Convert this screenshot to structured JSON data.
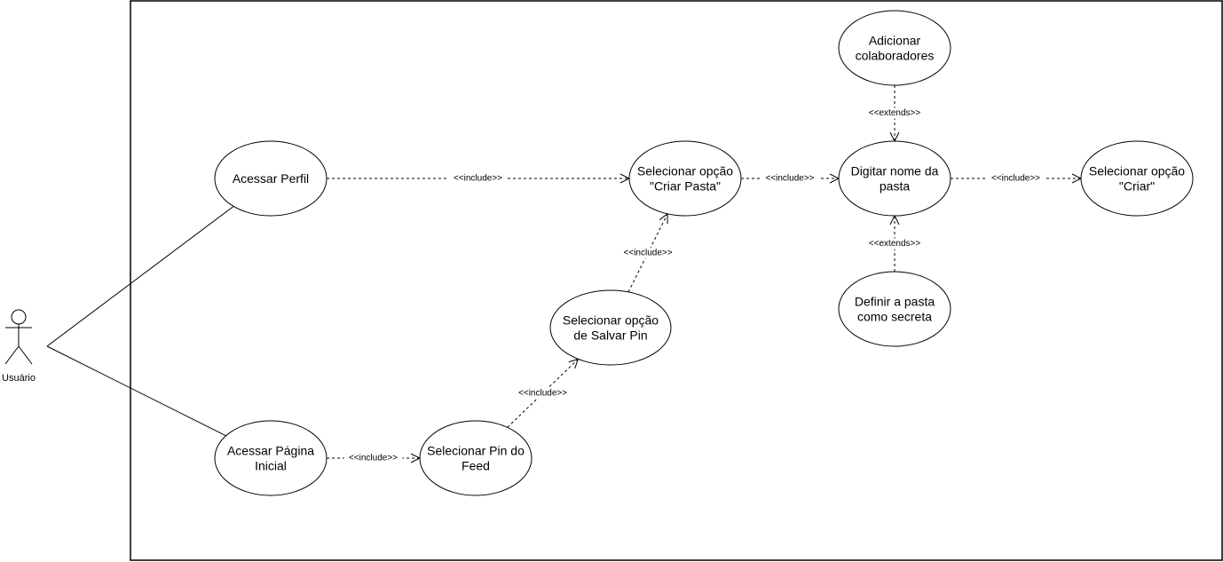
{
  "actor": {
    "name": "Usuário"
  },
  "colors": {
    "stroke": "#000000",
    "background": "#ffffff"
  },
  "use_cases": [
    {
      "id": "acessar-perfil",
      "lines": [
        "Acessar Perfil"
      ]
    },
    {
      "id": "acessar-pagina-inicial",
      "lines": [
        "Acessar Página",
        "Inicial"
      ]
    },
    {
      "id": "selecionar-pin-feed",
      "lines": [
        "Selecionar Pin do",
        "Feed"
      ]
    },
    {
      "id": "selecionar-salvar-pin",
      "lines": [
        "Selecionar opção",
        "de Salvar Pin"
      ]
    },
    {
      "id": "selecionar-criar-pasta",
      "lines": [
        "Selecionar opção",
        "\"Criar Pasta\""
      ]
    },
    {
      "id": "digitar-nome-pasta",
      "lines": [
        "Digitar nome da",
        "pasta"
      ]
    },
    {
      "id": "selecionar-criar",
      "lines": [
        "Selecionar opção",
        "\"Criar\""
      ]
    },
    {
      "id": "adicionar-colaboradores",
      "lines": [
        "Adicionar",
        "colaboradores"
      ]
    },
    {
      "id": "definir-pasta-secreta",
      "lines": [
        "Definir a pasta",
        "como secreta"
      ]
    }
  ],
  "relations": [
    {
      "id": "perfil-criar-pasta",
      "from": "acessar-perfil",
      "to": "selecionar-criar-pasta",
      "label": "<<include>>"
    },
    {
      "id": "inicial-pin-feed",
      "from": "acessar-pagina-inicial",
      "to": "selecionar-pin-feed",
      "label": "<<include>>"
    },
    {
      "id": "pin-feed-salvar",
      "from": "selecionar-pin-feed",
      "to": "selecionar-salvar-pin",
      "label": "<<include>>"
    },
    {
      "id": "salvar-criar-pasta",
      "from": "selecionar-salvar-pin",
      "to": "selecionar-criar-pasta",
      "label": "<<include>>"
    },
    {
      "id": "criar-pasta-nome",
      "from": "selecionar-criar-pasta",
      "to": "digitar-nome-pasta",
      "label": "<<include>>"
    },
    {
      "id": "nome-criar",
      "from": "digitar-nome-pasta",
      "to": "selecionar-criar",
      "label": "<<include>>"
    },
    {
      "id": "colaboradores-nome",
      "from": "adicionar-colaboradores",
      "to": "digitar-nome-pasta",
      "label": "<<extends>>"
    },
    {
      "id": "secreta-nome",
      "from": "definir-pasta-secreta",
      "to": "digitar-nome-pasta",
      "label": "<<extends>>"
    }
  ],
  "associations": [
    {
      "id": "actor-perfil",
      "to": "acessar-perfil"
    },
    {
      "id": "actor-inicial",
      "to": "acessar-pagina-inicial"
    }
  ]
}
